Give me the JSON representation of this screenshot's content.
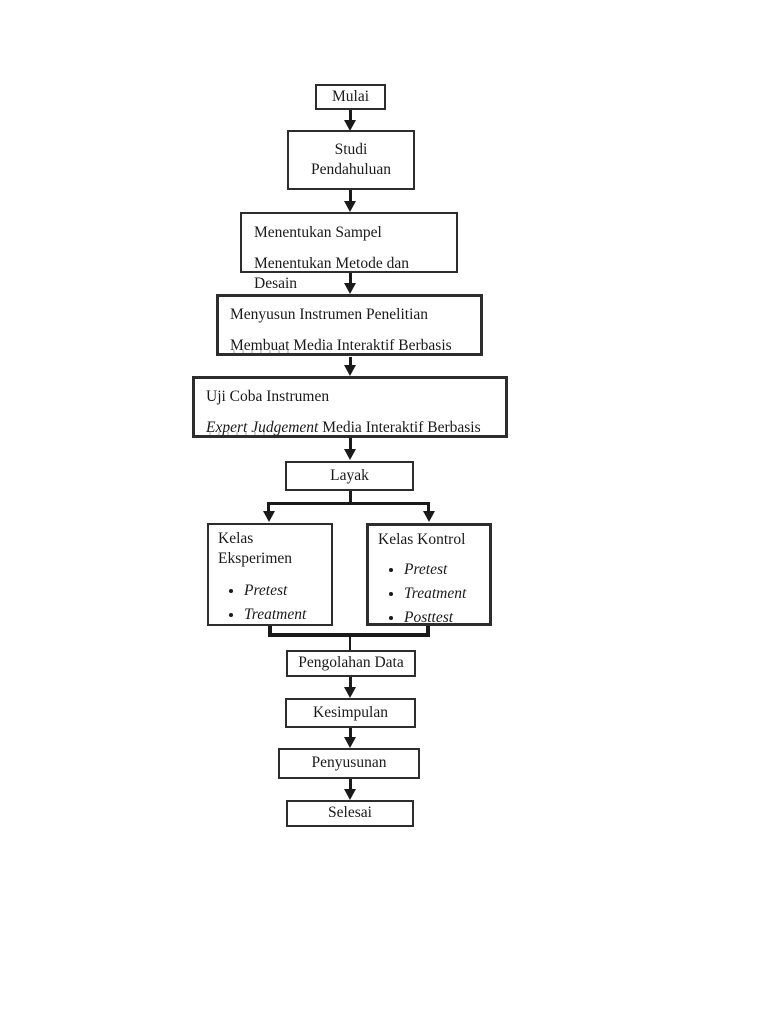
{
  "flowchart": {
    "colors": {
      "background": "#ffffff",
      "border": "#2d2d2d",
      "line": "#1a1a1a",
      "text": "#1a1a1a"
    },
    "nodes": {
      "mulai": {
        "label": "Mulai"
      },
      "studi_pendahuluan": {
        "line1": "Studi",
        "line2": "Pendahuluan"
      },
      "menentukan": {
        "line1": "Menentukan Sampel",
        "line2": "Menentukan Metode dan Desain"
      },
      "menyusun": {
        "line1": "Menyusun Instrumen Penelitian",
        "line2": "Membuat Media Interaktif Berbasis"
      },
      "uji_coba": {
        "line1": "Uji Coba Instrumen",
        "line2_italic": "Expert Judgement",
        "line2_rest": " Media Interaktif Berbasis"
      },
      "layak": {
        "label": "Layak"
      },
      "kelas_eksperimen": {
        "title_line1": "Kelas",
        "title_line2": "Eksperimen",
        "items": [
          "Pretest",
          "Treatment"
        ]
      },
      "kelas_kontrol": {
        "title": "Kelas Kontrol",
        "items": [
          "Pretest",
          "Treatment",
          "Posttest"
        ]
      },
      "pengolahan_data": {
        "label": "Pengolahan Data"
      },
      "kesimpulan": {
        "label": "Kesimpulan"
      },
      "penyusunan": {
        "label": "Penyusunan"
      },
      "selesai": {
        "label": "Selesai"
      }
    }
  }
}
